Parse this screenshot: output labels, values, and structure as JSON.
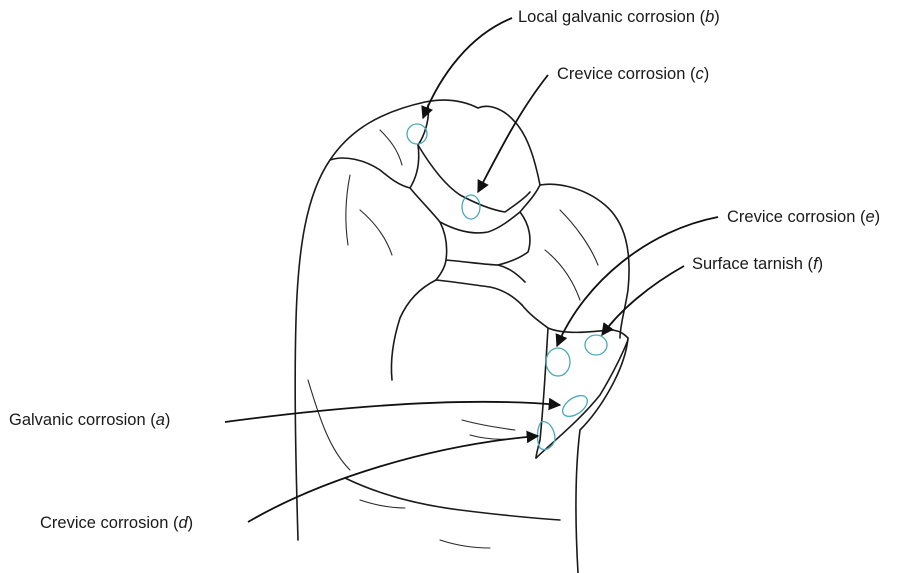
{
  "labels": [
    {
      "id": "b",
      "text": "Local galvanic corrosion (",
      "letter": "b",
      "close": ")"
    },
    {
      "id": "c",
      "text": "Crevice corrosion (",
      "letter": "c",
      "close": ")"
    },
    {
      "id": "e",
      "text": "Crevice corrosion (",
      "letter": "e",
      "close": ")"
    },
    {
      "id": "f",
      "text": "Surface tarnish (",
      "letter": "f",
      "close": ")"
    },
    {
      "id": "a",
      "text": "Galvanic corrosion (",
      "letter": "a",
      "close": ")"
    },
    {
      "id": "d",
      "text": "Crevice corrosion (",
      "letter": "d",
      "close": ")"
    }
  ],
  "colors": {
    "line": "#1a1a1a",
    "marker": "#4aa8b8",
    "background": "#ffffff"
  }
}
